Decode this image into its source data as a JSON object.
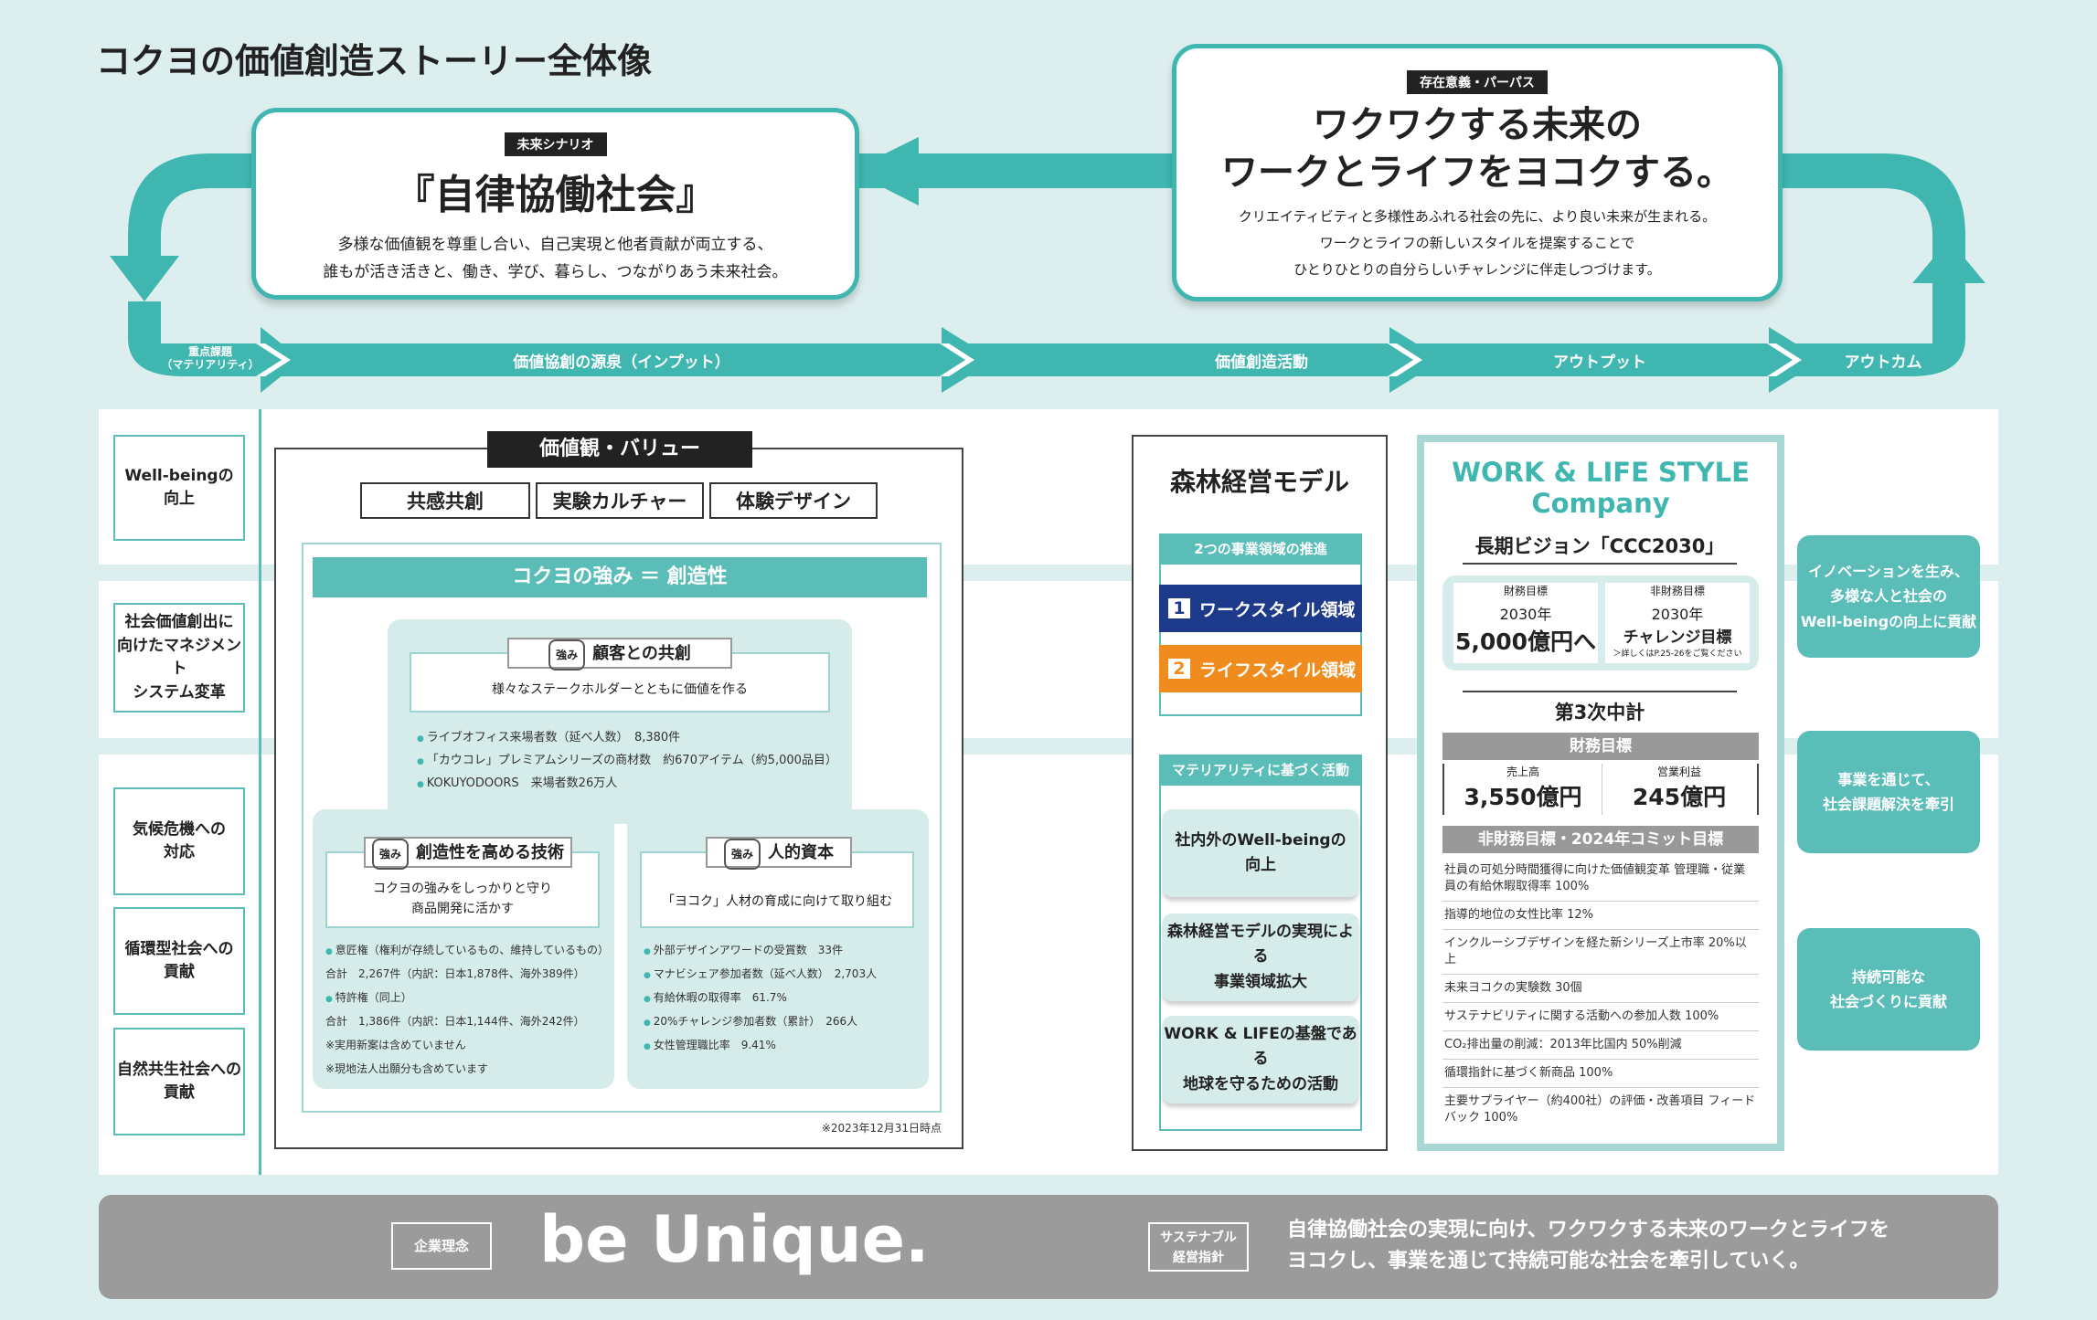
{
  "title": "コクヨの価値創造ストーリー全体像",
  "scenario": {
    "tag": "未来シナリオ",
    "heading": "『自律協働社会』",
    "desc1": "多様な価値観を尊重し合い、自己実現と他者貢献が両立する、",
    "desc2": "誰もが活き活きと、働き、学び、暮らし、つながりあう未来社会。"
  },
  "purpose": {
    "tag": "存在意義・パーパス",
    "heading1": "ワクワクする未来の",
    "heading2": "ワークとライフをヨコクする。",
    "desc1": "クリエイティビティと多様性あふれる社会の先に、より良い未来が生まれる。",
    "desc2": "ワークとライフの新しいスタイルを提案することで",
    "desc3": "ひとりひとりの自分らしいチャレンジに伴走しつづけます。"
  },
  "flow": {
    "materiality_1": "重点課題",
    "materiality_2": "（マテリアリティ）",
    "input": "価値協創の源泉（インプット）",
    "activity": "価値創造活動",
    "output": "アウトプット",
    "outcome": "アウトカム"
  },
  "materialities": [
    {
      "line1": "Well-beingの",
      "line2": "向上",
      "line3": ""
    },
    {
      "line1": "社会価値創出に",
      "line2": "向けたマネジメント",
      "line3": "システム変革"
    },
    {
      "line1": "気候危機への",
      "line2": "対応",
      "line3": ""
    },
    {
      "line1": "循環型社会への",
      "line2": "貢献",
      "line3": ""
    },
    {
      "line1": "自然共生社会への",
      "line2": "貢献",
      "line3": ""
    }
  ],
  "values": {
    "header": "価値観・バリュー",
    "items": [
      "共感共創",
      "実験カルチャー",
      "体験デザイン"
    ],
    "strength_header": "コクヨの強み ＝ 創造性",
    "badge": "強み",
    "s1": {
      "title": "顧客との共創",
      "desc": "様々なステークホルダーとともに価値を作る",
      "items": [
        "ライブオフィス来場者数（延べ人数）　8,380件",
        "「カウコレ」プレミアムシリーズの商材数　約670アイテム（約5,000品目）",
        "KOKUYODOORS　来場者数26万人"
      ]
    },
    "s2": {
      "title": "創造性を高める技術",
      "desc1": "コクヨの強みをしっかりと守り",
      "desc2": "商品開発に活かす",
      "items": [
        "意匠権（権利が存続しているもの、維持しているもの）",
        "合計　2,267件（内訳：日本1,878件、海外389件）",
        "特許権（同上）",
        "合計　1,386件（内訳：日本1,144件、海外242件）",
        "※実用新案は含めていません",
        "※現地法人出願分も含めています"
      ]
    },
    "s3": {
      "title": "人的資本",
      "desc": "「ヨコク」人材の育成に向けて取り組む",
      "items": [
        "外部デザインアワードの受賞数　33件",
        "マナビシェア参加者数（延べ人数）　2,703人",
        "有給休暇の取得率　61.7%",
        "20%チャレンジ参加者数（累計）　266人",
        "女性管理職比率　9.41%"
      ]
    },
    "note": "※2023年12月31日時点"
  },
  "forest": {
    "title": "森林経営モデル",
    "domains_header": "2つの事業領域の推進",
    "domain1_num": "1",
    "domain1": "ワークスタイル領域",
    "domain2_num": "2",
    "domain2": "ライフスタイル領域",
    "mat_header": "マテリアリティに基づく活動",
    "acts": [
      {
        "line1": "社内外のWell-beingの",
        "line2": "向上"
      },
      {
        "line1": "森林経営モデルの実現による",
        "line2": "事業領域拡大"
      },
      {
        "line1": "WORK & LIFEの基盤である",
        "line2": "地球を守るための活動"
      }
    ]
  },
  "company": {
    "name1": "WORK & LIFE STYLE",
    "name2": "Company",
    "vision": "長期ビジョン「CCC2030」",
    "fin_label": "財務目標",
    "fin_year": "2030年",
    "fin_value": "5,000億円へ",
    "nonfin_label": "非財務目標",
    "nonfin_year": "2030年",
    "nonfin_value": "チャレンジ目標",
    "nonfin_note": "＞詳しくはP.25-26をご覧ください",
    "mtp": "第3次中計",
    "fin_header": "財務目標",
    "sales_label": "売上高",
    "sales_value": "3,550億円",
    "op_label": "営業利益",
    "op_value": "245億円",
    "nonfin_header": "非財務目標・2024年コミット目標",
    "targets": [
      "社員の可処分時間獲得に向けた価値観変革 管理職・従業員の有給休暇取得率 100%",
      "指導的地位の女性比率 12%",
      "インクルーシブデザインを経た新シリーズ上市率 20%以上",
      "未来ヨコクの実験数 30個",
      "サステナビリティに関する活動への参加人数 100%",
      "CO₂排出量の削減：2013年比国内 50%削減",
      "循環指針に基づく新商品 100%",
      "主要サプライヤー（約400社）の評価・改善項目 フィードバック 100%"
    ]
  },
  "outcomes": [
    {
      "line1": "イノベーションを生み、",
      "line2": "多様な人と社会の",
      "line3": "Well-beingの向上に貢献"
    },
    {
      "line1": "事業を通じて、",
      "line2": "社会課題解決を牽引",
      "line3": ""
    },
    {
      "line1": "持続可能な",
      "line2": "社会づくりに貢献",
      "line3": ""
    }
  ],
  "footer": {
    "philosophy_label": "企業理念",
    "philosophy": "be Unique.",
    "guideline_label1": "サステナブル",
    "guideline_label2": "経営指針",
    "guideline1": "自律協働社会の実現に向け、ワクワクする未来のワークとライフを",
    "guideline2": "ヨコクし、事業を通じて持続可能な社会を牽引していく。"
  },
  "colors": {
    "teal": "#3fb6b0",
    "navy": "#1e3a8a",
    "orange": "#f08c1e",
    "gray": "#9b9b9b"
  }
}
